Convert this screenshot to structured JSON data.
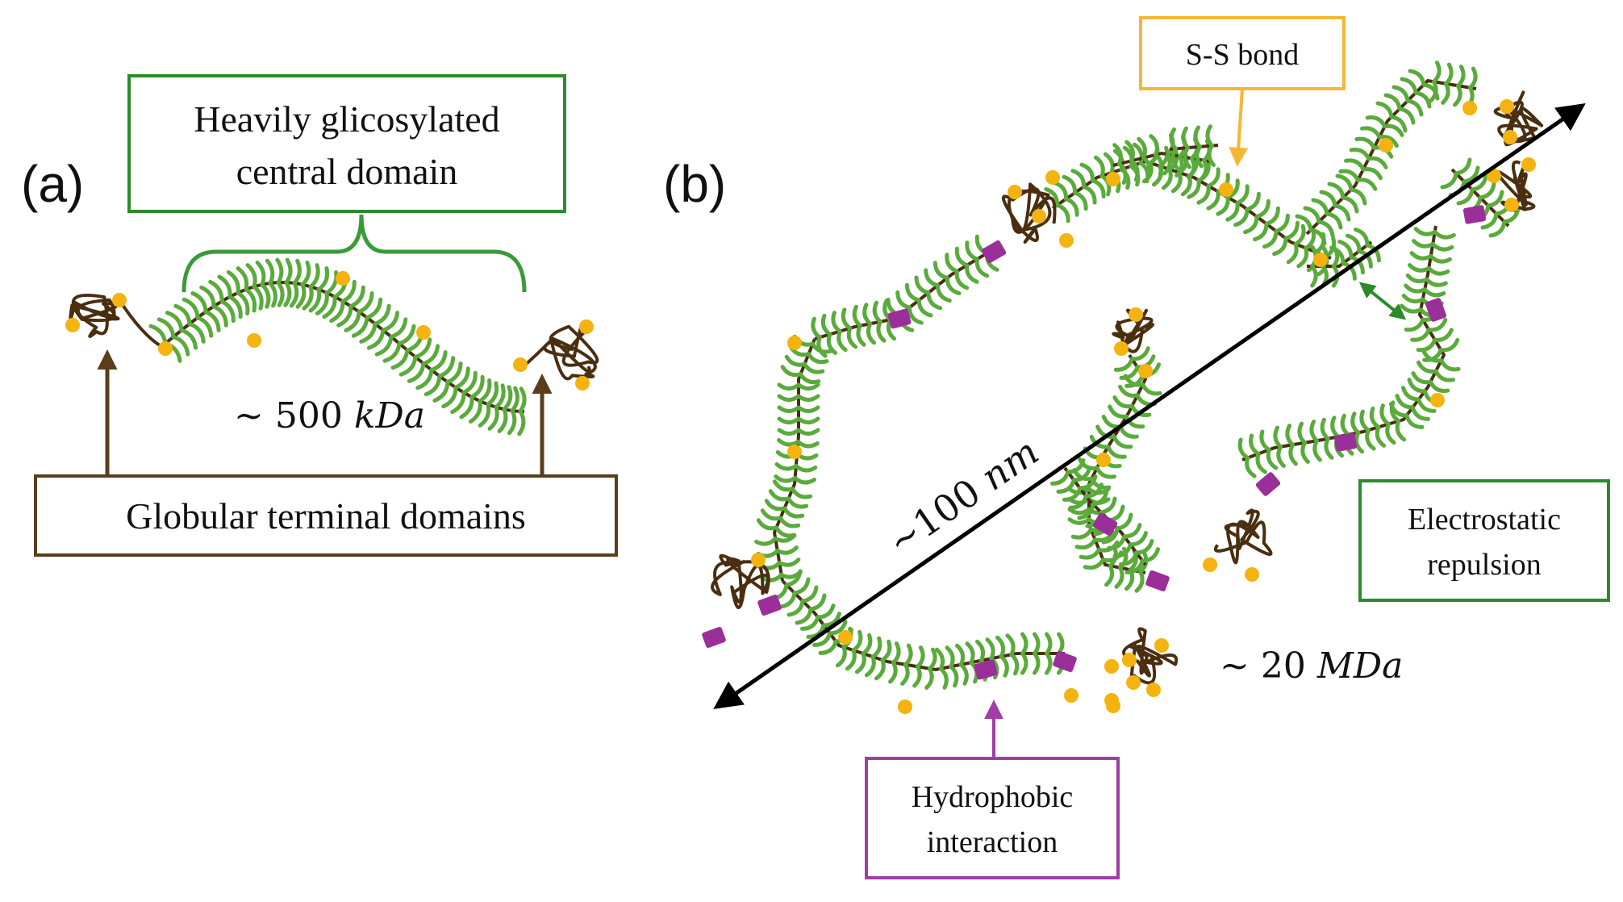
{
  "panel_a": {
    "label": "(a)",
    "central_domain_box": "Heavily glicosylated central domain",
    "central_domain_lines": [
      "Heavily glicosylated",
      "central domain"
    ],
    "mass_prefix": "~ 500 ",
    "mass_unit": "kDa",
    "terminal_box": "Globular terminal domains"
  },
  "panel_b": {
    "label": "(b)",
    "ss_bond_box": "S-S bond",
    "size_prefix": "~100 ",
    "size_unit": "nm",
    "mass_prefix": "~ 20 ",
    "mass_unit": "MDa",
    "electrostatic_lines": [
      "Electrostatic",
      "repulsion"
    ],
    "hydrophobic_lines": [
      "Hydrophobic",
      "interaction"
    ]
  },
  "colors": {
    "protein_backbone": "#4a2e10",
    "glycan": "#5aaa3c",
    "disulfide": "#f5b30f",
    "hydrophobic": "#9b2f99",
    "green_box": "#2c8a2c",
    "brown_box": "#5a3e1c",
    "orange_box": "#f5b733",
    "purple_box": "#a13ca8",
    "arrow": "#000000"
  }
}
